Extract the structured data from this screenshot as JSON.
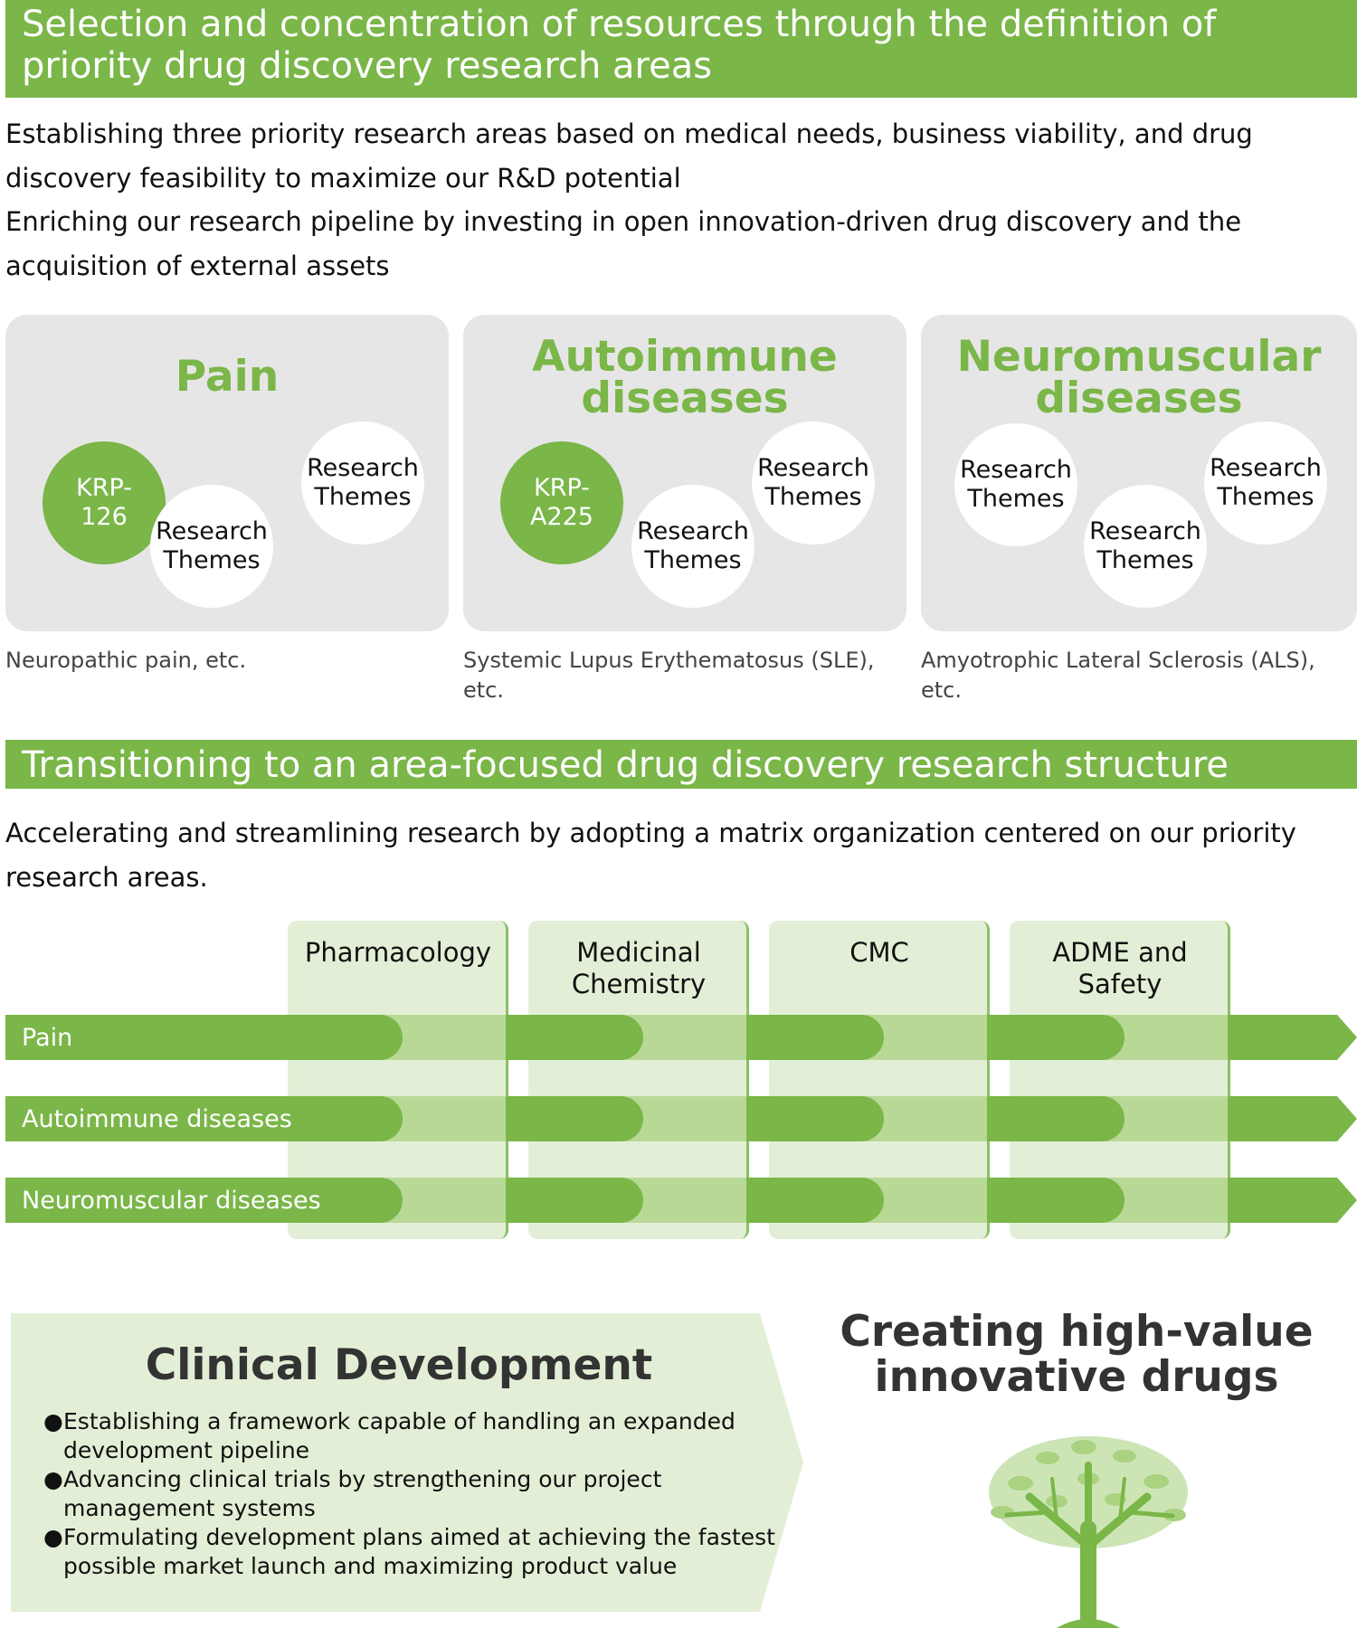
{
  "header1": {
    "title": "Selection and concentration of resources through the definition of priority drug discovery research areas",
    "paragraph": [
      "Establishing three priority research areas based on medical needs, business viability, and drug discovery feasibility to maximize our R&D potential",
      "Enriching our research pipeline by investing in open innovation-driven drug discovery and the acquisition of external assets"
    ]
  },
  "areas": [
    {
      "title": "Pain",
      "green_circle": "KRP-\n126",
      "theme_circles": [
        "Research\nThemes",
        "Research\nThemes"
      ],
      "caption": "Neuropathic pain, etc."
    },
    {
      "title": "Autoimmune\ndiseases",
      "green_circle": "KRP-\nA225",
      "theme_circles": [
        "Research\nThemes",
        "Research\nThemes"
      ],
      "caption": "Systemic Lupus Erythematosus (SLE), etc."
    },
    {
      "title": "Neuromuscular\ndiseases",
      "theme_circles": [
        "Research\nThemes",
        "Research\nThemes",
        "Research\nThemes"
      ],
      "caption": "Amyotrophic Lateral Sclerosis (ALS), etc."
    }
  ],
  "header2": {
    "title": "Transitioning to an area-focused drug discovery research structure",
    "paragraph": "Accelerating and streamlining research by adopting a matrix organization centered on our priority research areas."
  },
  "matrix": {
    "columns": [
      "Pharmacology",
      "Medicinal\nChemistry",
      "CMC",
      "ADME and\nSafety"
    ],
    "rows": [
      "Pain",
      "Autoimmune diseases",
      "Neuromuscular diseases"
    ]
  },
  "clinical": {
    "title": "Clinical Development",
    "items": [
      "Establishing a framework capable of handling an expanded development pipeline",
      "Advancing clinical trials by strengthening our project management systems",
      "Formulating development plans aimed at achieving the fastest possible market launch and maximizing product value"
    ]
  },
  "tagline": "Creating high-value\ninnovative drugs",
  "colors": {
    "green": "#7ab648",
    "light_green": "#e2efd6",
    "panel_gray": "#e6e6e6",
    "pale_green_band": "#b8d996"
  }
}
